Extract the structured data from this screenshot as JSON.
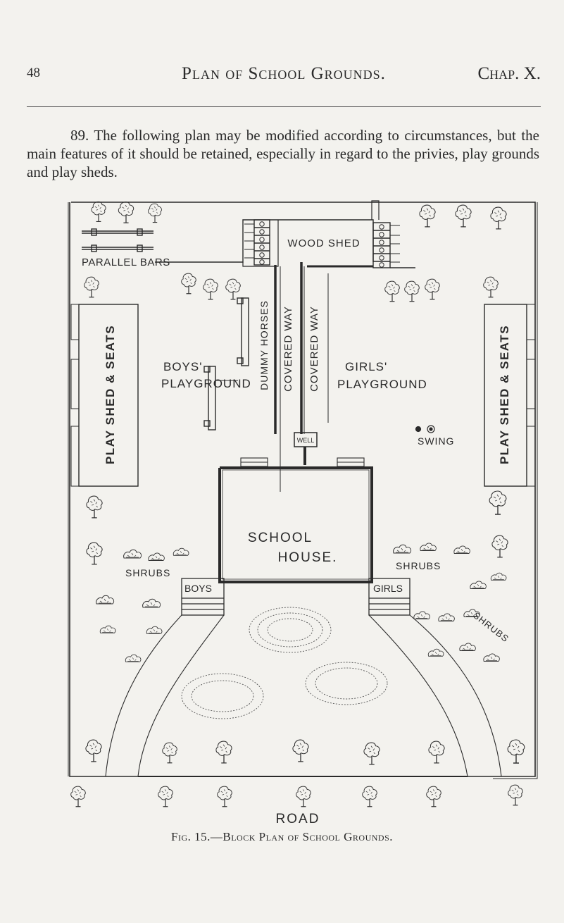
{
  "header": {
    "page_number": "48",
    "title": "Plan of School Grounds.",
    "chapter": "Chap. X."
  },
  "body": {
    "paragraph": "89. The following plan may be modified according to circumstances, but the main features of it should be retained, especially in regard to the privies, play grounds and play sheds."
  },
  "plan": {
    "labels": {
      "parallel_bars": "PARALLEL BARS",
      "wood_shed": "WOOD SHED",
      "play_shed_left": "PLAY SHED & SEATS",
      "play_shed_right": "PLAY SHED & SEATS",
      "dummy_horses": "DUMMY HORSES",
      "boys_1": "BOYS'",
      "boys_2": "PLAYGROUND",
      "covered_way_1": "COVERED WAY",
      "covered_way_2": "COVERED WAY",
      "girls_1": "GIRLS'",
      "girls_2": "PLAYGROUND",
      "well": "WELL",
      "swing": "SWING",
      "school": "SCHOOL",
      "house": "HOUSE.",
      "shrubs_left": "SHRUBS",
      "shrubs_right": "SHRUBS",
      "boys_entry": "BOYS",
      "girls_entry": "GIRLS",
      "shrubs_curved": "SHRUBS",
      "road": "ROAD"
    },
    "colors": {
      "ink": "#2a2a2a",
      "paper": "#f3f2ee"
    }
  },
  "caption": {
    "fig": "Fig. 15.",
    "text": "—Block Plan of School Grounds."
  }
}
